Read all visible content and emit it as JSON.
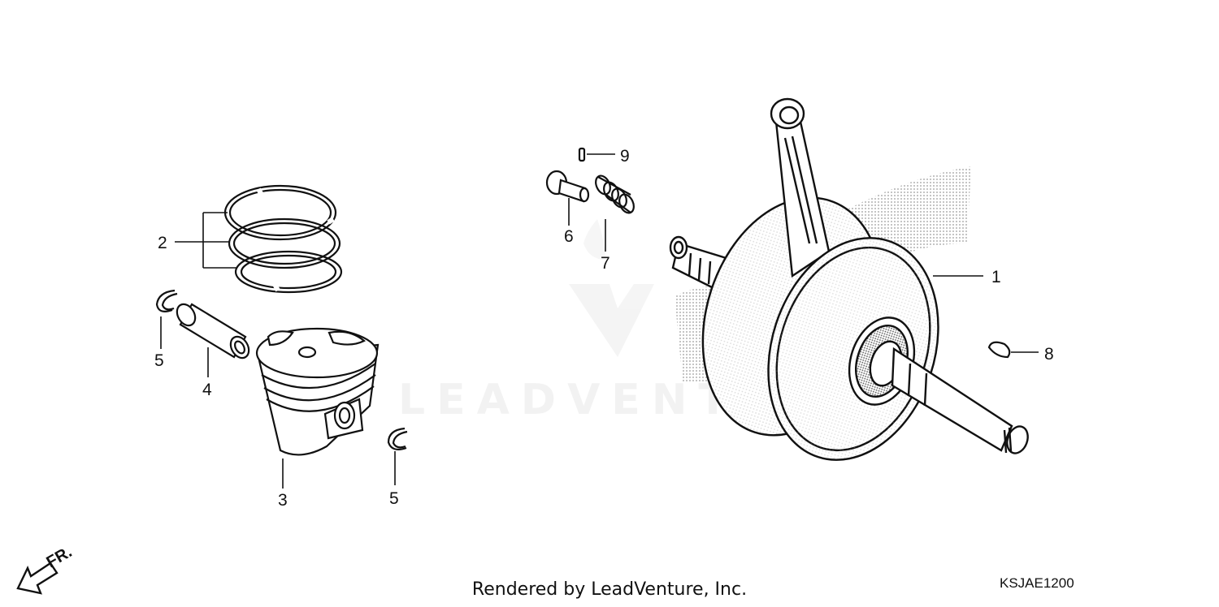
{
  "callouts": {
    "c1": "1",
    "c2": "2",
    "c3": "3",
    "c4": "4",
    "c5a": "5",
    "c5b": "5",
    "c6": "6",
    "c7": "7",
    "c8": "8",
    "c9": "9"
  },
  "watermark": "LEADVENTURE",
  "direction_label": "FR.",
  "footer_text": "Rendered by LeadVenture, Inc.",
  "diagram_code": "KSJAE1200"
}
